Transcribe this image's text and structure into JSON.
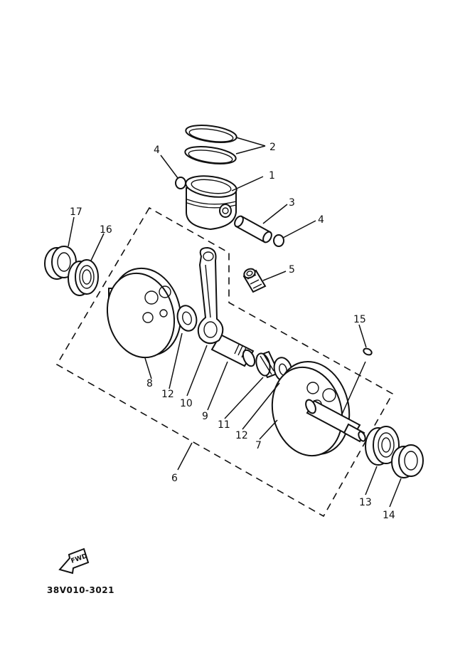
{
  "diagram": {
    "callouts": [
      "1",
      "2",
      "3",
      "4",
      "4",
      "5",
      "6",
      "7",
      "8",
      "9",
      "10",
      "11",
      "12",
      "12",
      "13",
      "14",
      "15",
      "16",
      "17"
    ],
    "fwd_label": "FWD",
    "part_code": "38V010-3021"
  }
}
